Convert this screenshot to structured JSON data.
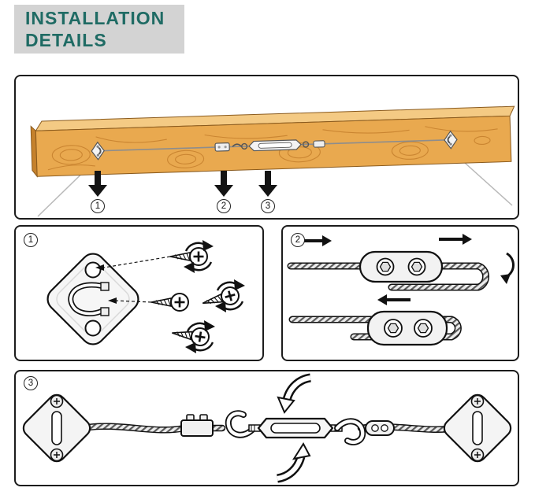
{
  "header": {
    "title_line1": "INSTALLATION",
    "title_line2": "DETAILS"
  },
  "overview": {
    "callout1": "1",
    "callout2": "2",
    "callout3": "3"
  },
  "steps": {
    "step1_label": "1",
    "step2_label": "2",
    "step3_label": "3"
  },
  "colors": {
    "title_text": "#1F6B64",
    "title_background": "#D3D3D3",
    "wood_face": "#E9A94F",
    "wood_top": "#F4CA84",
    "wood_end": "#C5812C",
    "outline": "#111111",
    "panel_border": "#1C1C1C"
  }
}
